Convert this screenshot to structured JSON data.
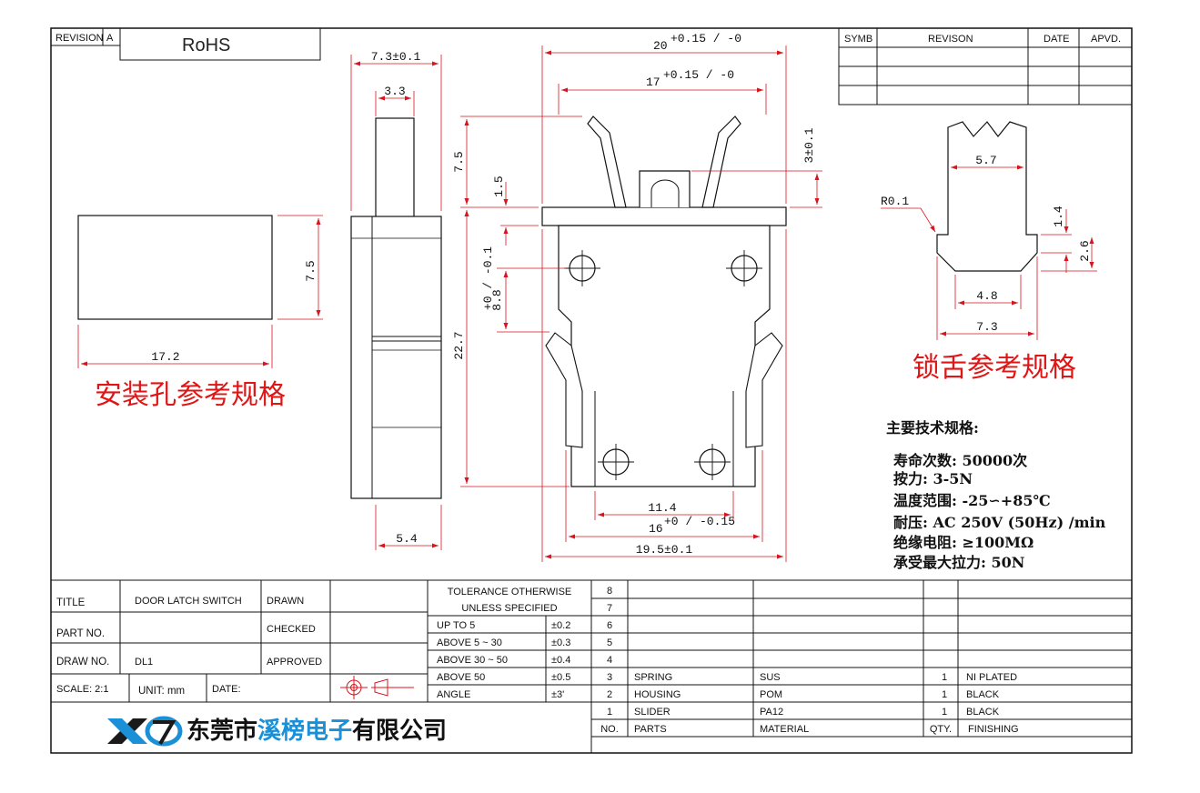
{
  "revision_box": {
    "revision_label": "REVISION",
    "revision_value": "A",
    "rohs": "RoHS"
  },
  "revision_table": {
    "symb": "SYMB",
    "revision": "REVISON",
    "date": "DATE",
    "apvd": "APVD."
  },
  "dimensions": {
    "side_top_width": "7.3±0.1",
    "side_pin_width": "3.3",
    "side_bottom_width": "5.4",
    "front_overall_width_main": "20",
    "front_overall_width_tol": "+0.15 / -0",
    "front_arm_width_main": "17",
    "front_arm_width_tol": "+0.15 / -0",
    "front_arm_height": "7.5",
    "front_flange": "1.5",
    "front_tab_height": "3±0.1",
    "front_hole_pitch_main": "8.8",
    "front_hole_pitch_tol": "+0 / -0.1",
    "front_total_height": "22.7",
    "front_bottom_inner": "11.4",
    "front_bottom_mid_main": "16",
    "front_bottom_mid_tol": "+0 / -0.15",
    "front_bottom_outer": "19.5±0.1",
    "hole_height": "7.5",
    "hole_width": "17.2",
    "tongue_top": "5.7",
    "tongue_radius": "R0.1",
    "tongue_step": "1.4",
    "tongue_height": "2.6",
    "tongue_inner": "4.8",
    "tongue_outer": "7.3"
  },
  "captions": {
    "mount_hole": "安装孔参考规格",
    "tongue": "锁舌参考规格"
  },
  "specs": {
    "title": "主要技术规格:",
    "lines": [
      "寿命次数: 50000次",
      "按力: 3-5N",
      "温度范围: -25∽+85℃",
      "耐压: AC 250V (50Hz) /min",
      "绝缘电阻: ≥100MΩ",
      "承受最大拉力: 50N"
    ]
  },
  "title_block": {
    "title_label": "TITLE",
    "title_value": "DOOR LATCH SWITCH",
    "drawn_label": "DRAWN",
    "part_no_label": "PART NO.",
    "checked_label": "CHECKED",
    "draw_no_label": "DRAW NO.",
    "draw_no_value": "DL1",
    "approved_label": "APPROVED",
    "scale": "SCALE: 2:1",
    "unit": "UNIT: mm",
    "date": "DATE:",
    "company_plain1": "东莞市",
    "company_blue": "溪榜电子",
    "company_plain2": "有限公司"
  },
  "tolerance": {
    "heading1": "TOLERANCE OTHERWISE",
    "heading2": "UNLESS SPECIFIED",
    "rows": [
      {
        "range": "UP TO 5",
        "value": "±0.2"
      },
      {
        "range": "ABOVE 5 ~ 30",
        "value": "±0.3"
      },
      {
        "range": "ABOVE 30 ~ 50",
        "value": "±0.4"
      },
      {
        "range": "ABOVE 50",
        "value": "±0.5"
      },
      {
        "range": "ANGLE",
        "value": "±3'"
      }
    ]
  },
  "parts": {
    "header": {
      "no": "NO.",
      "parts": "PARTS",
      "material": "MATERIAL",
      "qty": "QTY.",
      "finishing": "FINISHING"
    },
    "rows": [
      {
        "no": "8",
        "part": "",
        "material": "",
        "qty": "",
        "finishing": ""
      },
      {
        "no": "7",
        "part": "",
        "material": "",
        "qty": "",
        "finishing": ""
      },
      {
        "no": "6",
        "part": "",
        "material": "",
        "qty": "",
        "finishing": ""
      },
      {
        "no": "5",
        "part": "",
        "material": "",
        "qty": "",
        "finishing": ""
      },
      {
        "no": "4",
        "part": "",
        "material": "",
        "qty": "",
        "finishing": ""
      },
      {
        "no": "3",
        "part": "SPRING",
        "material": "SUS",
        "qty": "1",
        "finishing": "NI PLATED"
      },
      {
        "no": "2",
        "part": "HOUSING",
        "material": "POM",
        "qty": "1",
        "finishing": "BLACK"
      },
      {
        "no": "1",
        "part": "SLIDER",
        "material": "PA12",
        "qty": "1",
        "finishing": "BLACK"
      }
    ]
  },
  "colors": {
    "ink": "#111111",
    "dim_red": "#d8141e",
    "caption_red": "#e01515",
    "brand_blue": "#1a90d8"
  }
}
